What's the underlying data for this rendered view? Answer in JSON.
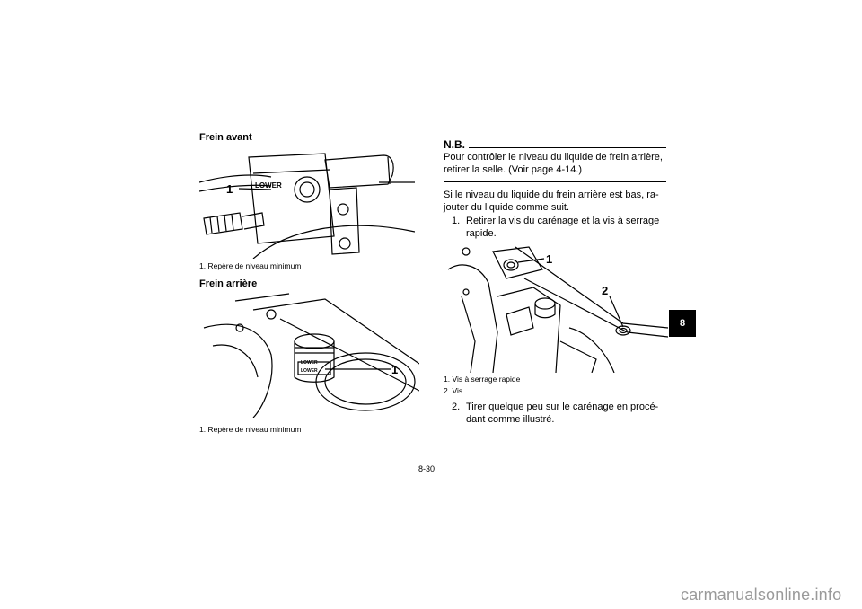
{
  "left": {
    "front_heading": "Frein avant",
    "front_figure_labels": {
      "callout": "1",
      "word": "LOWER"
    },
    "front_caption": "1.  Repère de niveau minimum",
    "rear_heading": "Frein arrière",
    "rear_figure_labels": {
      "callout": "1",
      "word1": "LOWER",
      "word2": "LOWER"
    },
    "rear_caption": "1.  Repère de niveau minimum"
  },
  "right": {
    "nb_label": "N.B.",
    "nb_line1": "Pour contrôler le niveau du liquide de frein arrière,",
    "nb_line2": "retirer la selle. (Voir page 4-14.)",
    "para_line1": "Si le niveau du liquide du frein arrière est bas, ra-",
    "para_line2": "jouter du liquide comme suit.",
    "step1_num": "1.",
    "step1_line1": "Retirer la vis du carénage et la vis à serrage",
    "step1_line2": "rapide.",
    "figure_labels": {
      "callout1": "1",
      "callout2": "2"
    },
    "caption1": "1.  Vis à serrage rapide",
    "caption2": "2.  Vis",
    "step2_num": "2.",
    "step2_line1": "Tirer quelque peu sur le carénage en procé-",
    "step2_line2": "dant comme illustré."
  },
  "chapter_tab": "8",
  "page_number": "8-30",
  "watermark": "carmanualsonline.info"
}
